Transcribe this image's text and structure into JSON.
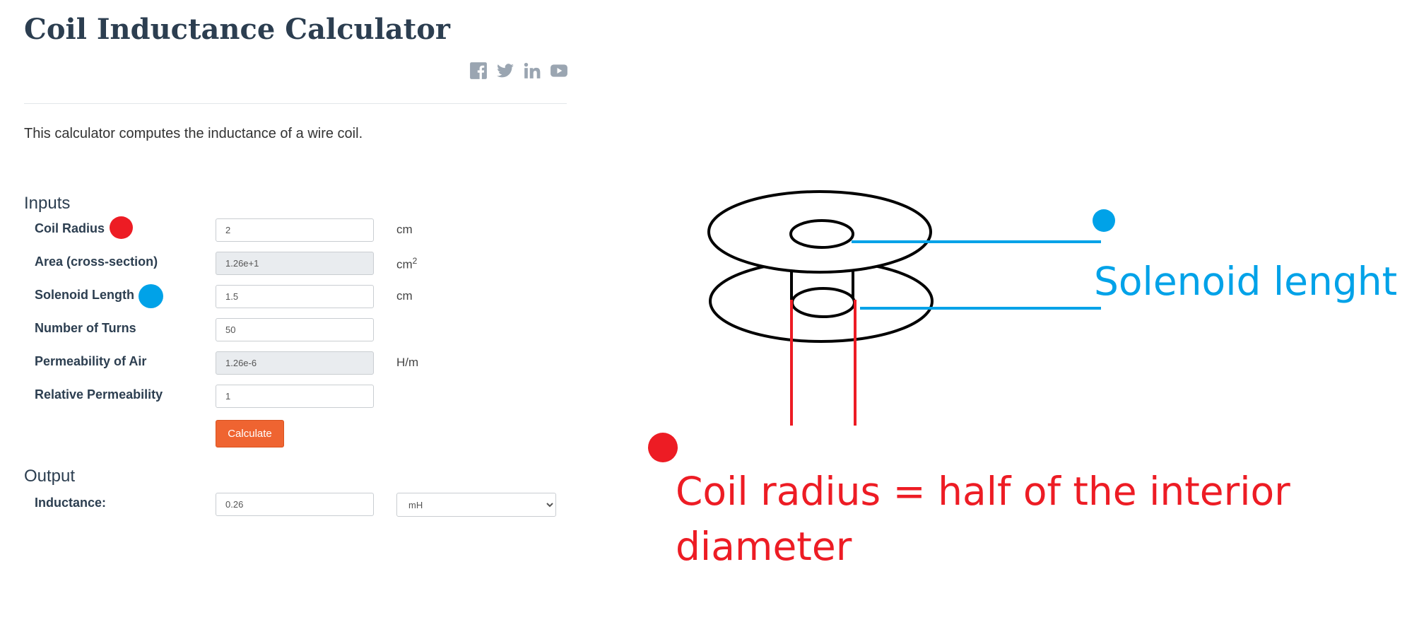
{
  "page": {
    "title": "Coil Inductance Calculator",
    "intro": "This calculator computes the inductance of a wire coil."
  },
  "share": {
    "icons": [
      "facebook-icon",
      "twitter-icon",
      "linkedin-icon",
      "youtube-icon"
    ],
    "icon_color": "#9aa5b1"
  },
  "inputs": {
    "heading": "Inputs",
    "rows": [
      {
        "label": "Coil Radius",
        "value": "2",
        "unit": "cm",
        "readonly": false
      },
      {
        "label": "Area (cross-section)",
        "value": "1.26e+1",
        "unit": "cm",
        "unit_sup": "2",
        "readonly": true
      },
      {
        "label": "Solenoid Length",
        "value": "1.5",
        "unit": "cm",
        "readonly": false
      },
      {
        "label": "Number of Turns",
        "value": "50",
        "unit": "",
        "readonly": false
      },
      {
        "label": "Permeability of Air",
        "value": "1.26e-6",
        "unit": "H/m",
        "readonly": true
      },
      {
        "label": "Relative Permeability",
        "value": "1",
        "unit": "",
        "readonly": false
      }
    ],
    "calculate_label": "Calculate"
  },
  "output": {
    "heading": "Output",
    "label": "Inductance:",
    "value": "0.26",
    "unit_selected": "mH"
  },
  "annotations": {
    "solenoid_label": "Solenoid lenght",
    "coil_note_line1": "Coil radius =  half of the interior",
    "coil_note_line2": "diameter",
    "red": "#ed1c24",
    "blue": "#00a2e8"
  },
  "colors": {
    "button": "#ef6431",
    "heading": "#2c3e50",
    "readonly_field": "#e9ecef"
  }
}
